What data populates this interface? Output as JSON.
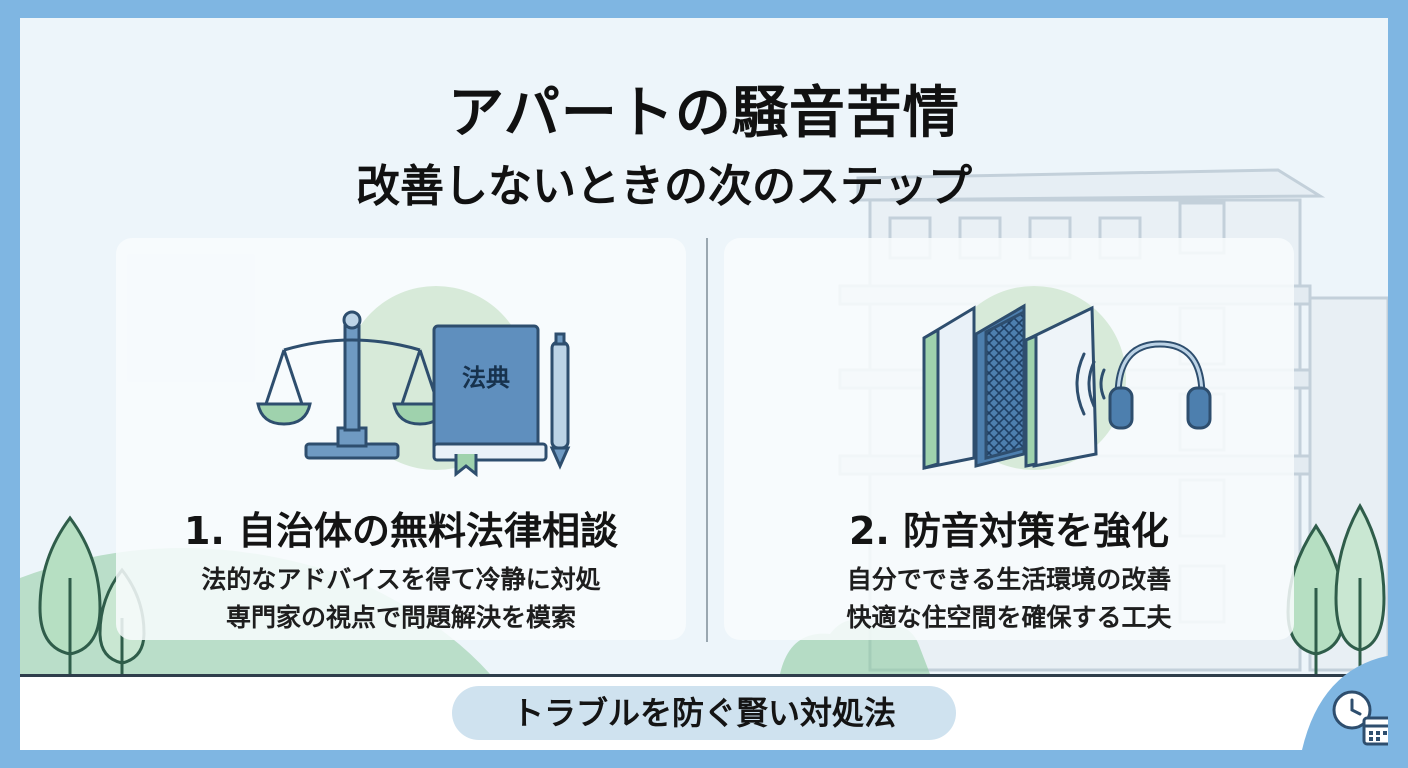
{
  "header": {
    "title": "アパートの騒音苦情",
    "subtitle": "改善しないときの次のステップ"
  },
  "cards": [
    {
      "heading": "1. 自治体の無料法律相談",
      "lines": [
        "法的なアドバイスを得て冷静に対処",
        "専門家の視点で問題解決を模索"
      ],
      "book_label": "法典"
    },
    {
      "heading": "2. 防音対策を強化",
      "lines": [
        "自分でできる生活環境の改善",
        "快適な住空間を確保する工夫"
      ]
    }
  ],
  "footer": {
    "tagline": "トラブルを防ぐ賢い対処法"
  },
  "colors": {
    "frame": "#7fb6e2",
    "background": "#edf5fa",
    "accent_blue": "#4d7fae",
    "accent_green": "#8cc9a0",
    "pill": "#cfe2ef"
  }
}
